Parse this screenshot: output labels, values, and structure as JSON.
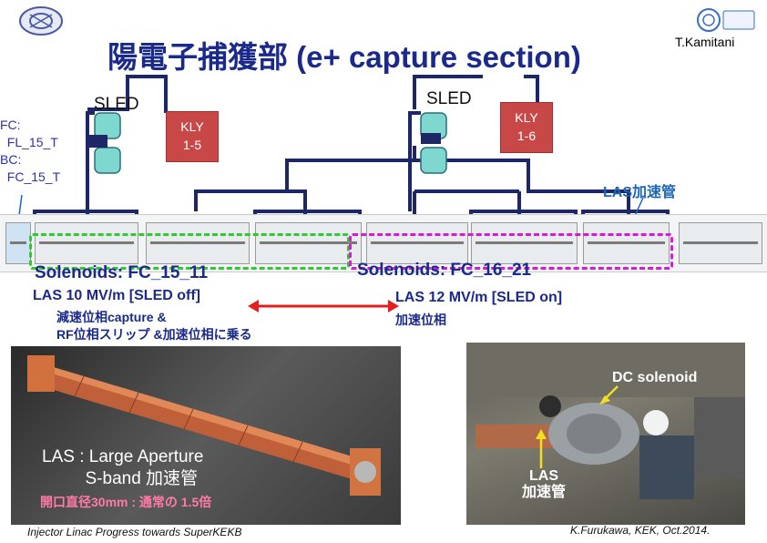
{
  "header": {
    "title": "陽電子捕獲部 (e+ capture section)",
    "author": "T.Kamitani"
  },
  "rf": {
    "sled_left": "SLED",
    "sled_right": "SLED",
    "kly_left": "KLY\n1-5",
    "kly_right": "KLY\n1-6",
    "fc_bc": "FC:\n  FL_15_T\nBC:\n  FC_15_T",
    "las_tube": "LAS加速管"
  },
  "beamline": {
    "left_solenoids": "Solenoids: FC_15_11",
    "left_las": "LAS 10 MV/m [SLED off]",
    "left_note_1": "減速位相capture &",
    "left_note_2": "RF位相スリップ &加速位相に乗る",
    "right_solenoids": "Solenoids: FC_16_21",
    "right_las": "LAS 12 MV/m [SLED on]",
    "right_note": "加速位相"
  },
  "photos": {
    "left_caption": "LAS : Large Aperture\n         S-band 加速管",
    "left_sub": "開口直径30mm : 通常の 1.5倍",
    "dc_solenoid": "DC solenoid",
    "las_label": "LAS\n加速管"
  },
  "footer": {
    "left": "Injector Linac Progress towards SuperKEKB",
    "right": "K.Furukawa, KEK, Oct.2014."
  },
  "colors": {
    "title": "#1a2a8a",
    "waveguide": "#1d2766",
    "klystron": "#c84848",
    "green_box": "#32c832",
    "magenta_box": "#d61bd6",
    "arrow": "#e02020",
    "las_label": "#1b66b8"
  }
}
